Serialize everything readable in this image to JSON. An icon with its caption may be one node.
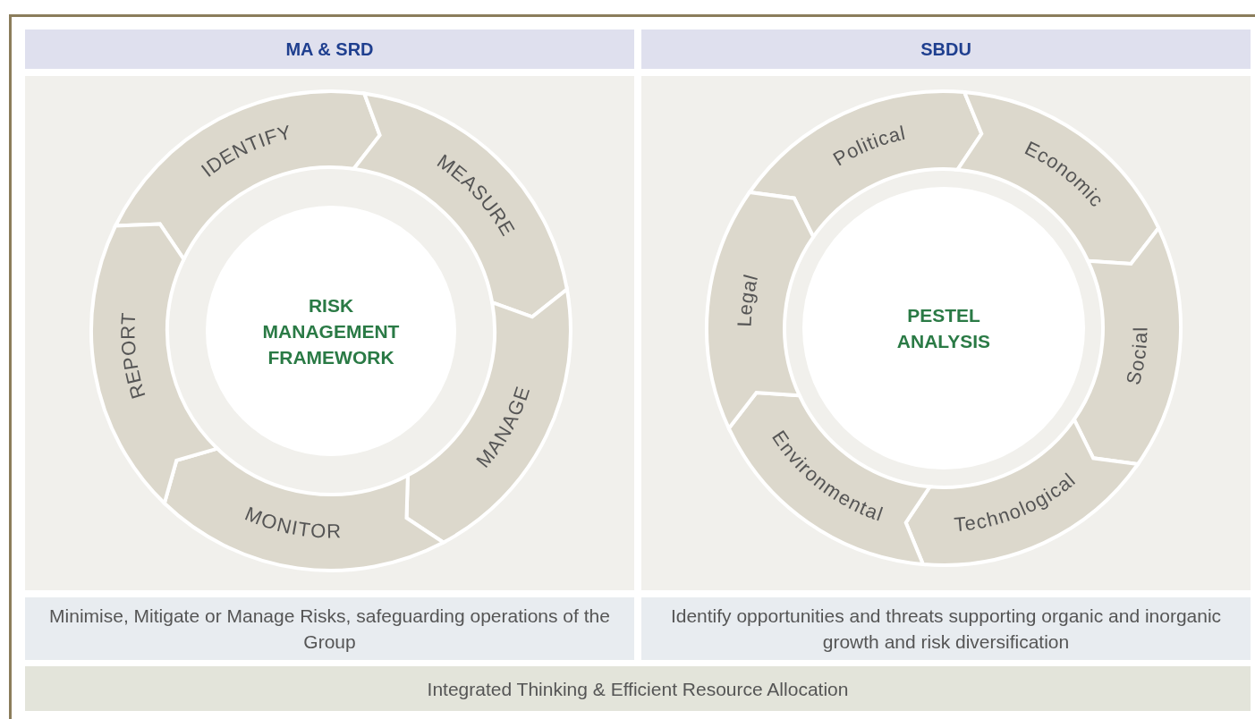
{
  "diagram": {
    "nodes": [
      {
        "text": [
          "MA & SRD"
        ]
      },
      {
        "text": [
          "SBDU"
        ]
      },
      {
        "text": [
          "IDENTIFY"
        ]
      },
      {
        "text": [
          "MEASURE"
        ]
      },
      {
        "text": [
          "MANAGE"
        ]
      },
      {
        "text": [
          "MONITOR"
        ]
      },
      {
        "text": [
          "REPORT"
        ]
      },
      {
        "text": [
          "RISK MANAGEMENT FRAMEWORK"
        ]
      },
      {
        "text": [
          "Political"
        ]
      },
      {
        "text": [
          "Economic"
        ]
      },
      {
        "text": [
          "Social"
        ]
      },
      {
        "text": [
          "Technological"
        ]
      },
      {
        "text": [
          "Environmental"
        ]
      },
      {
        "text": [
          "Legal"
        ]
      },
      {
        "text": [
          "PESTEL ANALYSIS"
        ]
      },
      {
        "text": [
          "Minimise, Mitigate or Manage Risks, safeguarding operations of the Group"
        ]
      },
      {
        "text": [
          "Identify opportunities and threats supporting organic and inorganic growth and risk diversification"
        ]
      },
      {
        "text": [
          "Integrated Thinking & Efficient Resource Allocation"
        ]
      }
    ]
  }
}
